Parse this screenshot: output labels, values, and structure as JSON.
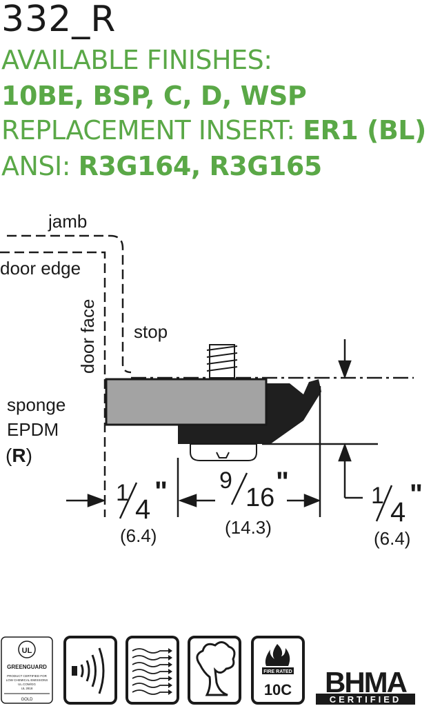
{
  "header": {
    "model": "332_R",
    "finishes_label": "AVAILABLE FINISHES:",
    "finishes_value": "10BE, BSP, C, D, WSP",
    "insert_label": "REPLACEMENT INSERT: ",
    "insert_value": "ER1 (BL)",
    "ansi_label": "ANSI: ",
    "ansi_value": "R3G164, R3G165"
  },
  "diagram": {
    "jamb": "jamb",
    "door_edge": "door edge",
    "door_face": "door face",
    "stop": "stop",
    "sponge": "sponge",
    "epdm": "EPDM",
    "r_open": "(",
    "r_letter": "R",
    "r_close": ")",
    "dim_left_num": "1",
    "dim_left_den": "4",
    "dim_left_mm": "(6.4)",
    "dim_mid_num": "9",
    "dim_mid_den": "16",
    "dim_mid_mm": "(14.3)",
    "dim_right_num": "1",
    "dim_right_den": "4",
    "dim_right_mm": "(6.4)",
    "inch_mark": "\""
  },
  "badges": {
    "greenguard_top": "UL",
    "greenguard_name": "GREENGUARD",
    "greenguard_line1": "PRODUCT CERTIFIED FOR",
    "greenguard_line2": "LOW CHEMICAL EMISSIONS",
    "greenguard_line3": "UL.COM/GG",
    "greenguard_line4": "UL 2818",
    "greenguard_gold": "GOLD",
    "sound_icon": "sound-icon",
    "air_icon": "air-infiltration-icon",
    "smoke_icon": "smoke-icon",
    "fire_label": "FIRE RATED",
    "fire_value": "10C",
    "bhma": "BHMA",
    "certified": "CERTIFIED"
  }
}
